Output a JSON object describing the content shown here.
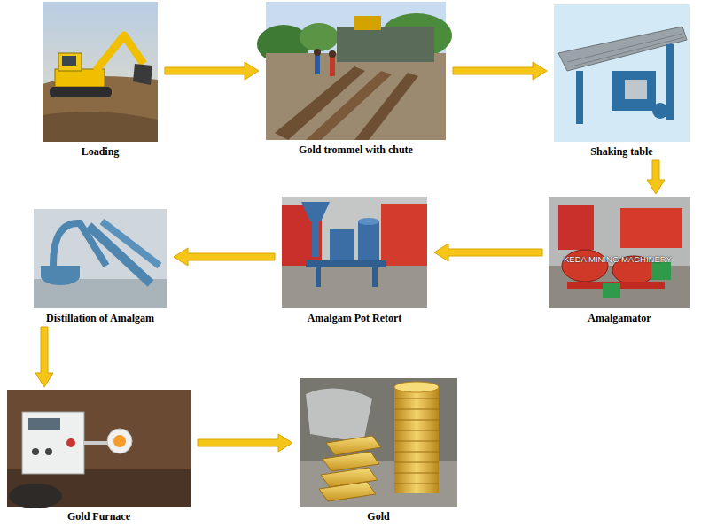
{
  "diagram": {
    "nodes": [
      {
        "text": [
          "Loading"
        ]
      },
      {
        "text": [
          "Gold trommel with chute"
        ]
      },
      {
        "text": [
          "Shaking table"
        ]
      },
      {
        "text": [
          "Amalgamator"
        ]
      },
      {
        "text": [
          "Amalgam Pot Retort"
        ]
      },
      {
        "text": [
          "Distillation of Amalgam"
        ]
      },
      {
        "text": [
          "Gold Furnace"
        ]
      },
      {
        "text": [
          "Gold"
        ]
      }
    ],
    "edges": [
      {
        "from": 0,
        "to": 1,
        "arrow": "to"
      },
      {
        "from": 1,
        "to": 2,
        "arrow": "to"
      },
      {
        "from": 2,
        "to": 3,
        "arrow": "to"
      },
      {
        "from": 3,
        "to": 4,
        "arrow": "to"
      },
      {
        "from": 4,
        "to": 5,
        "arrow": "to"
      },
      {
        "from": 5,
        "to": 6,
        "arrow": "to"
      },
      {
        "from": 6,
        "to": 7,
        "arrow": "to"
      }
    ],
    "labels": [
      "KEDA MINING MACHINERY"
    ]
  }
}
